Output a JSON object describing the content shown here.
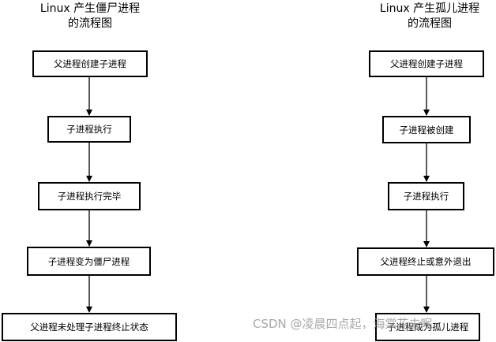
{
  "left_flow": {
    "title_line1": "Linux 产生僵尸进程",
    "title_line2": "的流程图",
    "steps": [
      "父进程创建子进程",
      "子进程执行",
      "子进程执行完毕",
      "子进程变为僵尸进程",
      "父进程未处理子进程终止状态"
    ]
  },
  "right_flow": {
    "title_line1": "Linux 产生孤儿进程",
    "title_line2": "的流程图",
    "steps": [
      "父进程创建子进程",
      "子进程被创建",
      "子进程执行",
      "父进程终止或意外退出",
      "子进程成为孤儿进程"
    ]
  },
  "watermark": "CSDN @凌晨四点起，海棠花未眠"
}
